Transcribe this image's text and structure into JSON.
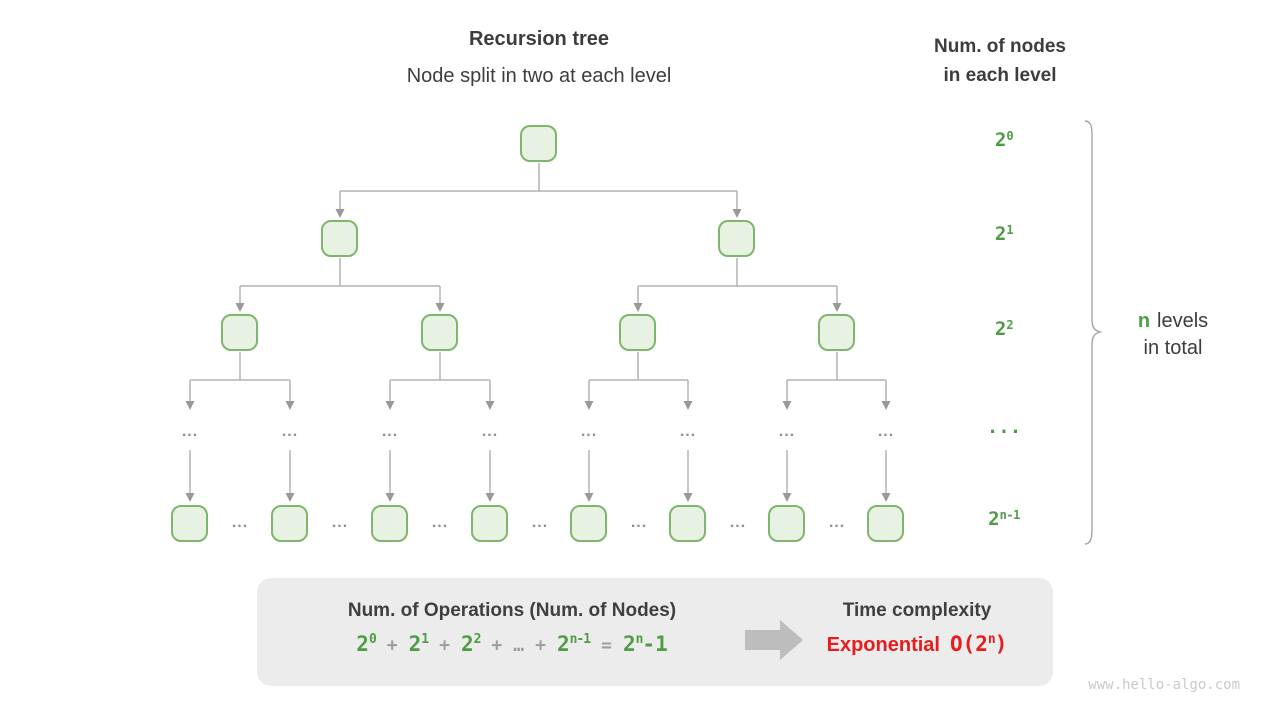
{
  "header": {
    "title": "Recursion tree",
    "subtitle": "Node split in two at each level",
    "right_title_line1": "Num. of nodes",
    "right_title_line2": "in each level"
  },
  "level_labels": [
    {
      "base": "2",
      "sup": "0"
    },
    {
      "base": "2",
      "sup": "1"
    },
    {
      "base": "2",
      "sup": "2"
    },
    {
      "base": "...",
      "sup": ""
    },
    {
      "base": "2",
      "sup": "n-1"
    }
  ],
  "brace_label": {
    "highlight": "n",
    "line1_rest": "levels",
    "line2": "in total"
  },
  "tree": {
    "ellipsis": "..."
  },
  "summary": {
    "operations_title": "Num. of Operations (Num. of Nodes)",
    "formula": {
      "term1_base": "2",
      "term1_sup": "0",
      "plus1": "+",
      "term2_base": "2",
      "term2_sup": "1",
      "plus2": "+",
      "term3_base": "2",
      "term3_sup": "2",
      "plus3": "+",
      "ellipsis": "…",
      "plus4": "+",
      "term4_base": "2",
      "term4_sup": "n-1",
      "equals": "=",
      "result_base": "2",
      "result_sup": "n",
      "result_tail": "-1"
    },
    "time_title": "Time complexity",
    "complexity_label": "Exponential",
    "complexity_pre": "O(2",
    "complexity_sup": "n",
    "complexity_post": ")"
  },
  "watermark": "www.hello-algo.com",
  "colors": {
    "green_text": "#4e9c43",
    "node_border": "#7db66c",
    "node_fill": "#e8f2e2",
    "red_text": "#e81c1c",
    "line_gray": "#b4b4b4",
    "arrow_gray": "#999999",
    "box_gray": "#ececec"
  }
}
